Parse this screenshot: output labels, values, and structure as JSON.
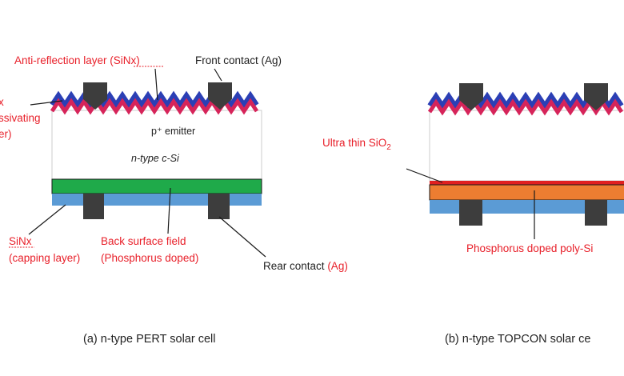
{
  "colors": {
    "red_text": "#e8202a",
    "silicon_nitride_blue": "#2b3fb5",
    "emitter_red": "#d6245a",
    "green_bsf": "#1faa4a",
    "rear_blue": "#5b9bd5",
    "poly_orange": "#ed7d31",
    "oxide_red": "#e02020",
    "contact_gray": "#3d3d3d"
  },
  "panel_a": {
    "anti_reflection_label": "Anti-reflection layer (SiNx)",
    "front_contact_label": "Front contact (Ag)",
    "passivating_label_line1": "x",
    "passivating_label_line2": "ssivating",
    "passivating_label_line3": "er)",
    "emitter_label": "p⁺ emitter",
    "base_label": "n-type  c-Si",
    "sinx_label_line1": "SiNx",
    "sinx_label_line2": "(capping layer)",
    "bsf_label_line1": "Back surface field",
    "bsf_label_line2": "(Phosphorus doped)",
    "rear_contact_label": "Rear contact",
    "rear_contact_ag": "(Ag)",
    "caption": "(a) n-type PERT solar cell"
  },
  "panel_b": {
    "oxide_label": "Ultra thin SiO",
    "oxide_sub": "2",
    "poly_label": "Phosphorus doped poly-Si",
    "caption": "(b) n-type TOPCON solar ce"
  }
}
